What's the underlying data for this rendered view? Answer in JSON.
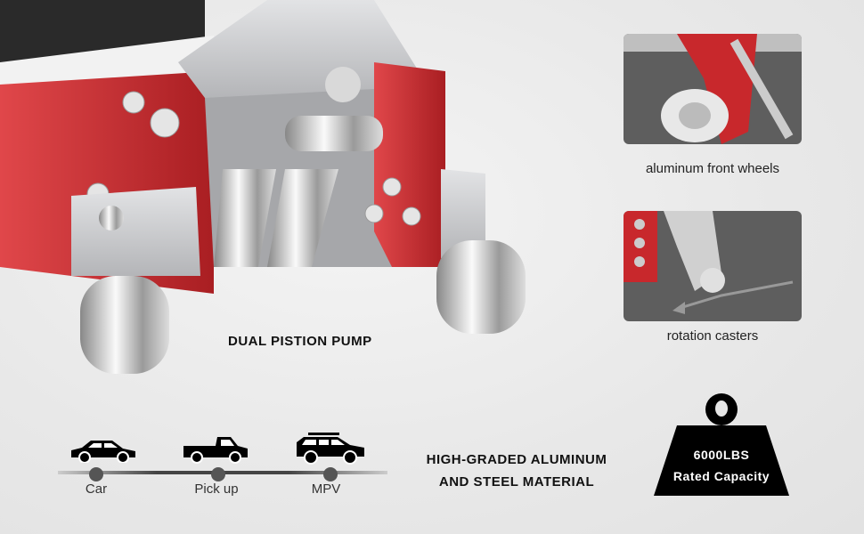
{
  "main_feature": {
    "label": "DUAL PISTION PUMP"
  },
  "details": [
    {
      "caption": "aluminum front wheels"
    },
    {
      "caption": "rotation casters"
    }
  ],
  "vehicles": [
    {
      "label": "Car",
      "icon": "sedan-icon"
    },
    {
      "label": "Pick up",
      "icon": "pickup-truck-icon"
    },
    {
      "label": "MPV",
      "icon": "mpv-icon"
    }
  ],
  "material": {
    "line1": "HIGH-GRADED ALUMINUM",
    "line2": "AND STEEL MATERIAL"
  },
  "capacity": {
    "value": "6000LBS",
    "label": "Rated Capacity"
  },
  "colors": {
    "accent_red": "#c8282c",
    "aluminum": "#c9cacc",
    "photo_bg": "#5e5e5e"
  }
}
